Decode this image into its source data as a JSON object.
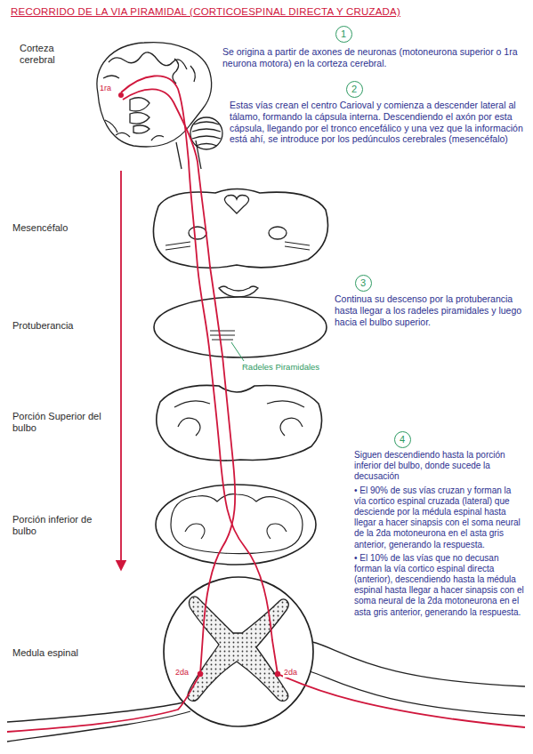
{
  "diagram": {
    "title": "RECORRIDO DE LA VIA PIRAMIDAL (CORTICOESPINAL DIRECTA Y CRUZADA)",
    "nodes": [
      {
        "text": [
          "1"
        ]
      },
      {
        "text": [
          "2"
        ]
      },
      {
        "text": [
          "3"
        ]
      },
      {
        "text": [
          "4"
        ]
      }
    ],
    "labels": [
      "Corteza cerebral",
      "1ra",
      "Se origina a partir de axones de neuronas (motoneurona superior o 1ra neurona motora) en la corteza cerebral.",
      "Estas vías crean el centro Carioval y comienza a descender lateral al tálamo, formando la cápsula interna. Descendiendo el axón por esta cápsula, llegando por el tronco encefálico y una vez que la información está ahí, se introduce por los pedúnculos cerebrales (mesencéfalo)",
      "Mesencéfalo",
      "Protuberancia",
      "Continua su descenso por la protuberancia hasta llegar a los radeles piramidales y luego hacia el bulbo superior.",
      "Radeles Piramidales",
      "Porción Superior del bulbo",
      "Siguen descendiendo hasta la porción inferior del bulbo, donde sucede la decusación",
      "• El 90% de sus vías cruzan y forman la vía cortico espinal cruzada (lateral) que desciende por la médula espinal hasta llegar a hacer sinapsis con el soma neural de la 2da motoneurona en el asta gris anterior, generando la respuesta.",
      "• El 10% de las vías que no decusan forman la vía cortico espinal directa (anterior), descendiendo hasta la médula espinal hasta llegar a hacer sinapsis con el soma neural de la 2da motoneurona en el asta gris anterior, generando la respuesta.",
      "Porción inferior de bulbo",
      "Medula espinal",
      "2da",
      "2da"
    ]
  }
}
